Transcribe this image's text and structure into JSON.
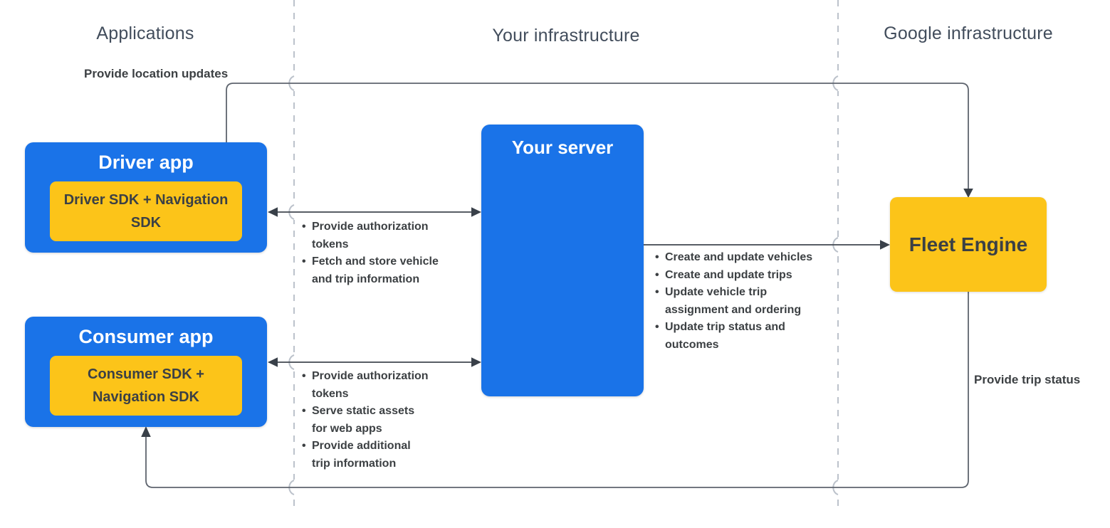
{
  "columns": [
    {
      "label": "Applications"
    },
    {
      "label": "Your infrastructure"
    },
    {
      "label": "Google infrastructure"
    }
  ],
  "nodes": {
    "driver_app": {
      "title": "Driver app",
      "sdk": "Driver SDK + Navigation SDK"
    },
    "consumer_app": {
      "title": "Consumer app",
      "sdk": "Consumer SDK + Navigation SDK"
    },
    "your_server": {
      "title": "Your server"
    },
    "fleet_engine": {
      "title": "Fleet Engine"
    }
  },
  "edges": {
    "location_updates": {
      "label": "Provide location updates",
      "from": "driver_app",
      "to": "fleet_engine"
    },
    "trip_status": {
      "label": "Provide trip status",
      "from": "fleet_engine",
      "to": "consumer_app"
    },
    "driver_server": {
      "direction": "bidirectional",
      "bullets": [
        "Provide authorization tokens",
        "Fetch and store vehicle and trip information"
      ]
    },
    "consumer_server": {
      "direction": "bidirectional",
      "bullets": [
        "Provide authorization tokens",
        "Serve static assets for web apps",
        "Provide additional trip information"
      ]
    },
    "server_fleet": {
      "direction": "right",
      "bullets": [
        "Create and update vehicles",
        "Create and update trips",
        "Update vehicle trip assignment and ordering",
        "Update trip status and outcomes"
      ]
    }
  },
  "colors": {
    "blue": "#1A73E8",
    "yellow": "#FCC419",
    "box_text": "#3B4045",
    "title_text": "#FFFFFF",
    "header_text": "#424D5C",
    "label_text": "#3C4043",
    "line": "#40464F",
    "loop_line": "#5E646E",
    "divider": "#BCC2CB"
  }
}
